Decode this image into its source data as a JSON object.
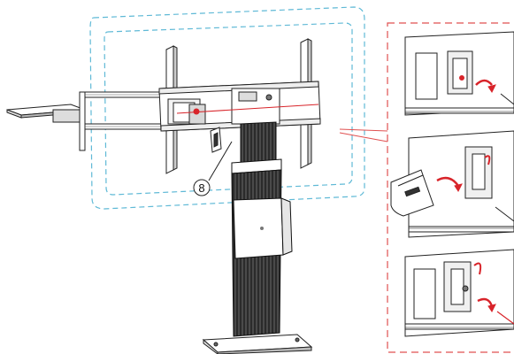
{
  "diagram": {
    "callout_number": "8"
  },
  "colors": {
    "outline": "#222222",
    "column_dark": "#2b2b2b",
    "screen_dash": "#5fb9d6",
    "detail_dash": "#e05050",
    "accent_red": "#d8242a"
  },
  "icons": {
    "callout": "circled-number",
    "rotation": "curved-arrow"
  }
}
